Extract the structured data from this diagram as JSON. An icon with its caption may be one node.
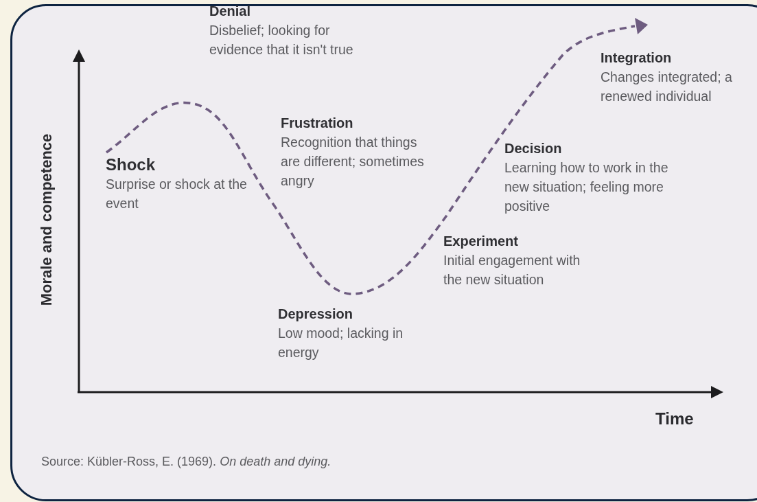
{
  "diagram": {
    "caption": "Source: Kübler-Ross, E. (1969). *On death and dying.*",
    "labels": [
      "Denial",
      "Disbelief; looking for evidence that it isn't true",
      "Integration",
      "Changes integrated; a renewed individual",
      "Frustration",
      "Recognition that things are different; sometimes angry",
      "Shock",
      "Surprise or shock at the event",
      "Decision",
      "Learning how to work in the new situation; feeling more positive",
      "Experiment",
      "Initial engagement with the new situation",
      "Depression",
      "Low mood; lacking in energy",
      "Morale and competence",
      "Time"
    ]
  }
}
